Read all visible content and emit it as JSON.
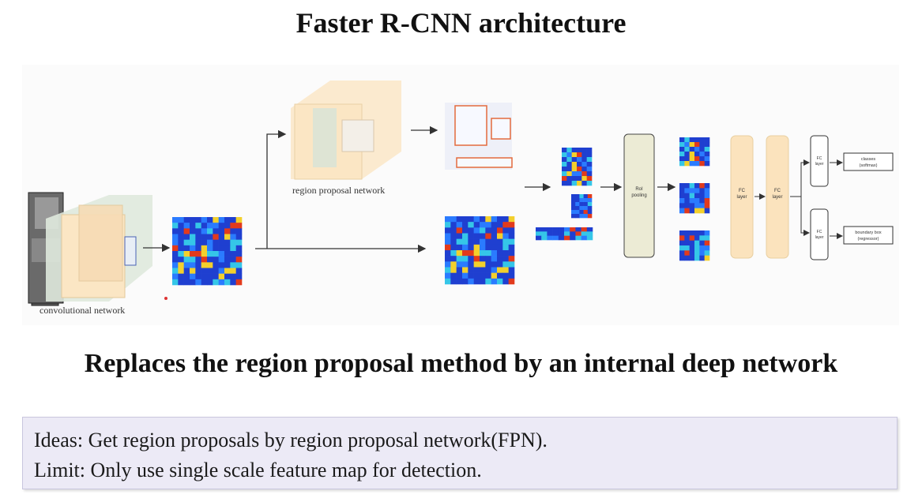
{
  "slide": {
    "title": "Faster R-CNN architecture",
    "subtitle": "Replaces the region proposal method by an internal deep network",
    "ideas": "Ideas: Get region proposals by region proposal network(FPN).",
    "limit": "Limit: Only use single scale feature map for detection."
  },
  "diagram": {
    "conv_label": "convolutional network",
    "rpn_label": "region proposal network",
    "roi_label_line1": "RoI",
    "roi_label_line2": "pooling",
    "fc1_label_line1": "FC",
    "fc1_label_line2": "layer",
    "fc2_label_line1": "FC",
    "fc2_label_line2": "layer",
    "fc_top_line1": "FC",
    "fc_top_line2": "layer",
    "fc_bot_line1": "FC",
    "fc_bot_line2": "layer",
    "classes_line1": "classes",
    "classes_line2": "(softmax)",
    "bbox_line1": "boundary box",
    "bbox_line2": "(regressor)"
  },
  "colors": {
    "heat_low": "#1f3fd0",
    "heat_mid": "#35c6e8",
    "heat_high": "#f3d02c",
    "heat_peak": "#e23a1c",
    "volume_fill": "#fbe6c4",
    "roi_fill": "#ecebd5",
    "fc_fill": "#fbe3bd",
    "proposal_box": "#e36b3d"
  }
}
